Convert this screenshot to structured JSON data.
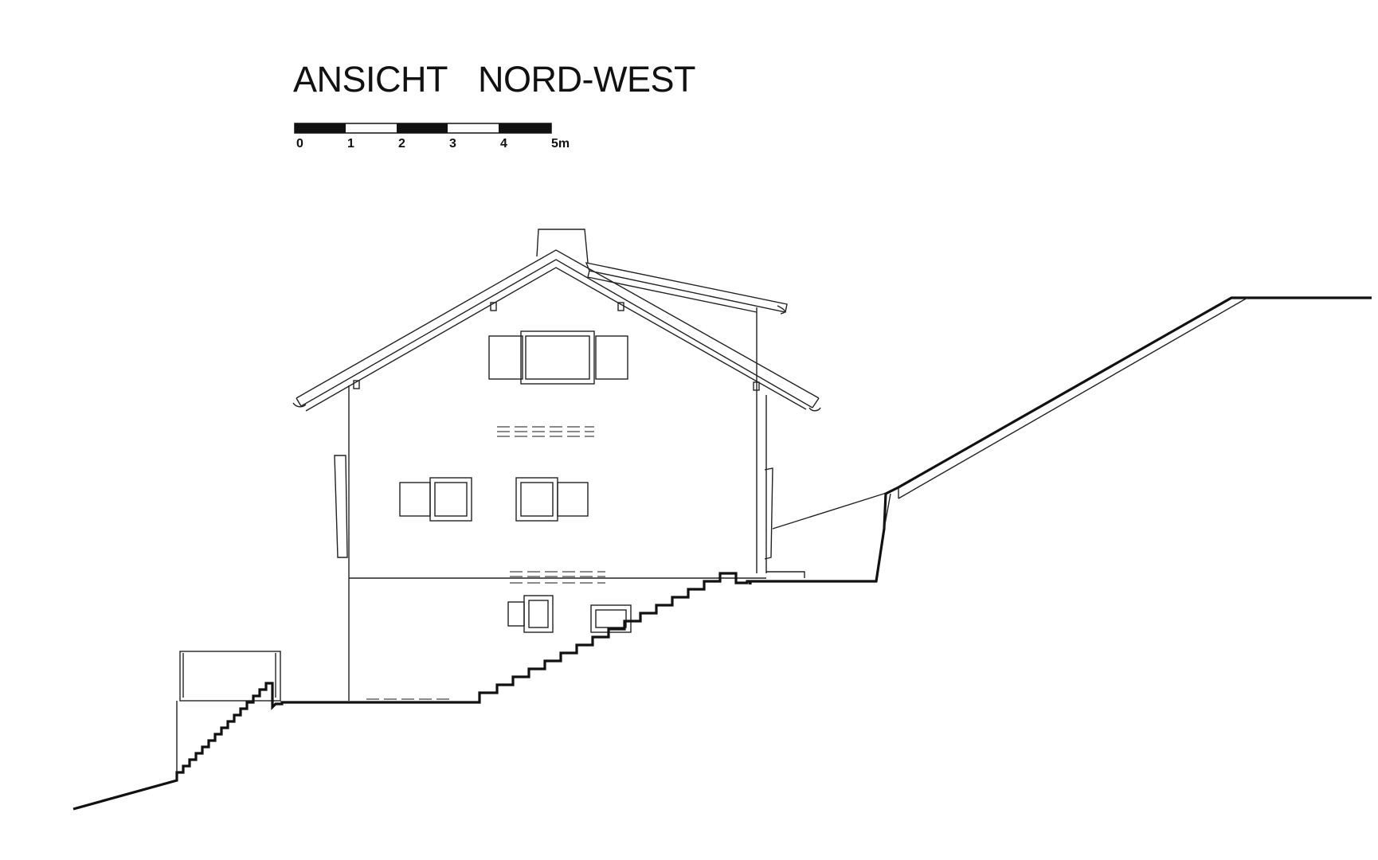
{
  "drawing": {
    "title_part1": "ANSICHT",
    "title_part2": "NORD-WEST"
  },
  "scale_bar": {
    "labels": [
      "0",
      "1",
      "2",
      "3",
      "4",
      "5m"
    ]
  },
  "colors": {
    "ink": "#111111",
    "paper": "#ffffff"
  }
}
